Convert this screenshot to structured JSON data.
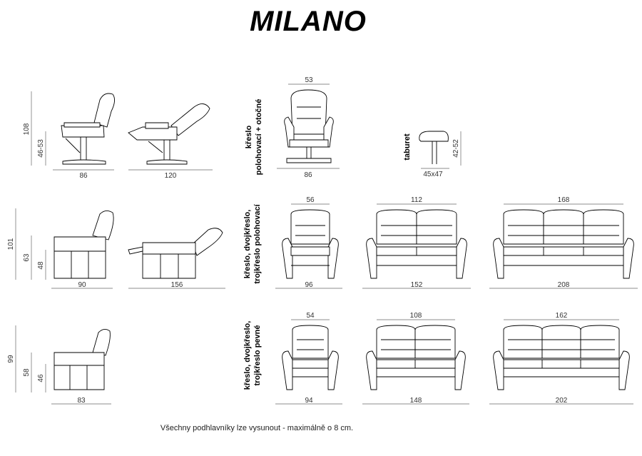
{
  "title": "MILANO",
  "footnote": "Všechny podhlavníky lze vysunout - maximálně o 8 cm.",
  "labels": {
    "recliner_1": "křeslo",
    "recliner_2": "polohovací + otočné",
    "stool": "taburet",
    "adj_1": "křeslo, dvojkřeslo,",
    "adj_2": "trojkřeslo polohovací",
    "fix_1": "křeslo, dvojkřeslo,",
    "fix_2": "trojkřeslo pevné"
  },
  "dims": {
    "r1_height": "108",
    "r1_seat": "46-53",
    "r1_depth": "86",
    "r1_open": "120",
    "r1_width_top": "53",
    "r1_width": "86",
    "stool_height": "42-52",
    "stool_size": "45x47",
    "r2_height": "101",
    "r2_back": "63",
    "r2_seat": "48",
    "r2_depth": "90",
    "r2_open": "156",
    "r2_seat1": "56",
    "r2_w1": "96",
    "r2_seat2": "112",
    "r2_w2": "152",
    "r2_seat3": "168",
    "r2_w3": "208",
    "r3_height": "99",
    "r3_back": "58",
    "r3_seat": "46",
    "r3_depth": "83",
    "r3_seat1": "54",
    "r3_w1": "94",
    "r3_seat2": "108",
    "r3_w2": "148",
    "r3_seat3": "162",
    "r3_w3": "202"
  }
}
